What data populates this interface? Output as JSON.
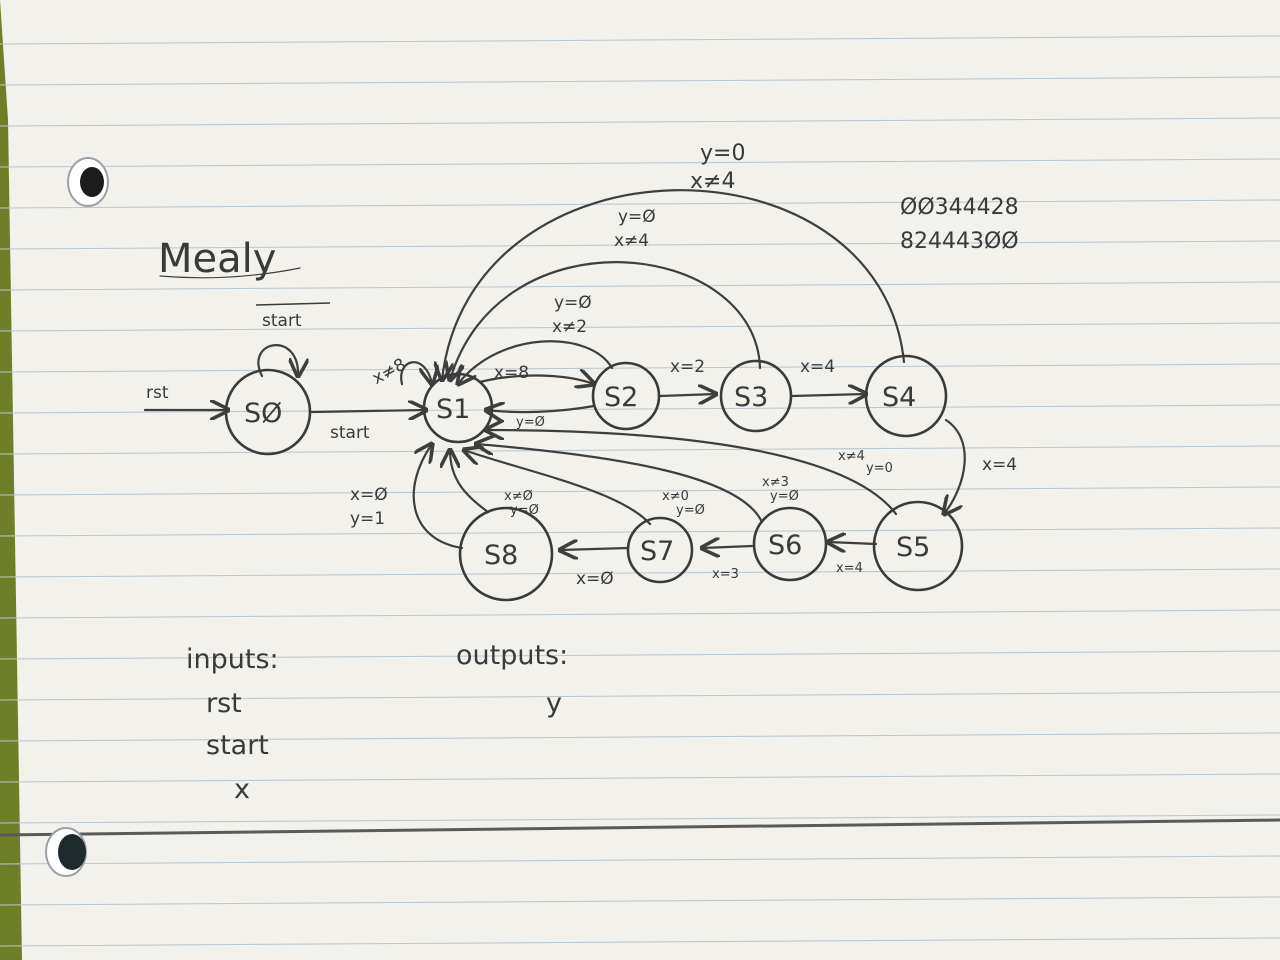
{
  "title": "Mealy",
  "numbers": [
    "ØØ344428",
    "824443ØØ"
  ],
  "states": [
    {
      "id": "S0",
      "label": "SØ"
    },
    {
      "id": "S1",
      "label": "S1"
    },
    {
      "id": "S2",
      "label": "S2"
    },
    {
      "id": "S3",
      "label": "S3"
    },
    {
      "id": "S4",
      "label": "S4"
    },
    {
      "id": "S5",
      "label": "S5"
    },
    {
      "id": "S6",
      "label": "S6"
    },
    {
      "id": "S7",
      "label": "S7"
    },
    {
      "id": "S8",
      "label": "S8"
    }
  ],
  "transitions": [
    {
      "id": "rst-in",
      "from": "",
      "to": "S0",
      "label": "rst"
    },
    {
      "id": "s0-self",
      "from": "S0",
      "to": "S0",
      "label": "start",
      "overline": true
    },
    {
      "id": "s0-s1",
      "from": "S0",
      "to": "S1",
      "label": "start"
    },
    {
      "id": "s1-self",
      "from": "S1",
      "to": "S1",
      "label": "x≠8"
    },
    {
      "id": "s1-s2",
      "from": "S1",
      "to": "S2",
      "label": "x=8"
    },
    {
      "id": "s2-s1",
      "from": "S2",
      "to": "S1",
      "label": "y=Ø"
    },
    {
      "id": "s2-s1-top",
      "from": "S2",
      "to": "S1",
      "label_lines": [
        "y=Ø",
        "x≠2"
      ]
    },
    {
      "id": "s2-s3",
      "from": "S2",
      "to": "S3",
      "label": "x=2"
    },
    {
      "id": "s3-s1",
      "from": "S3",
      "to": "S1",
      "label_lines": [
        "y=Ø",
        "x≠4"
      ]
    },
    {
      "id": "s3-s4",
      "from": "S3",
      "to": "S4",
      "label": "x=4"
    },
    {
      "id": "s4-s1",
      "from": "S4",
      "to": "S1",
      "label_lines": [
        "y=0",
        "x≠4"
      ]
    },
    {
      "id": "s4-s5",
      "from": "S4",
      "to": "S5",
      "label": "x=4"
    },
    {
      "id": "s5-s1",
      "from": "S5",
      "to": "S1",
      "label_lines": [
        "x≠4",
        "y=0"
      ]
    },
    {
      "id": "s5-s6",
      "from": "S5",
      "to": "S6",
      "label": "x=4"
    },
    {
      "id": "s6-s1",
      "from": "S6",
      "to": "S1",
      "label_lines": [
        "x≠3",
        "y=Ø"
      ]
    },
    {
      "id": "s6-s7",
      "from": "S6",
      "to": "S7",
      "label": "x=3"
    },
    {
      "id": "s7-s1",
      "from": "S7",
      "to": "S1",
      "label_lines": [
        "x≠0",
        "y=Ø"
      ]
    },
    {
      "id": "s7-s8",
      "from": "S7",
      "to": "S8",
      "label": "x=Ø"
    },
    {
      "id": "s8-s1",
      "from": "S8",
      "to": "S1",
      "label_lines": [
        "x≠Ø",
        "y=Ø"
      ]
    },
    {
      "id": "s8-s1-out",
      "from": "S8",
      "to": "S1",
      "label_lines": [
        "x=Ø",
        "y=1"
      ]
    }
  ],
  "inputs": {
    "heading": "inputs:",
    "items": [
      "rst",
      "start",
      "x"
    ]
  },
  "outputs": {
    "heading": "outputs:",
    "items": [
      "y"
    ]
  },
  "colors": {
    "paper": "#f4f3ee",
    "rule": "#b9c7cf",
    "ink": "#3a3a3a",
    "background": "#7a8a2c"
  }
}
